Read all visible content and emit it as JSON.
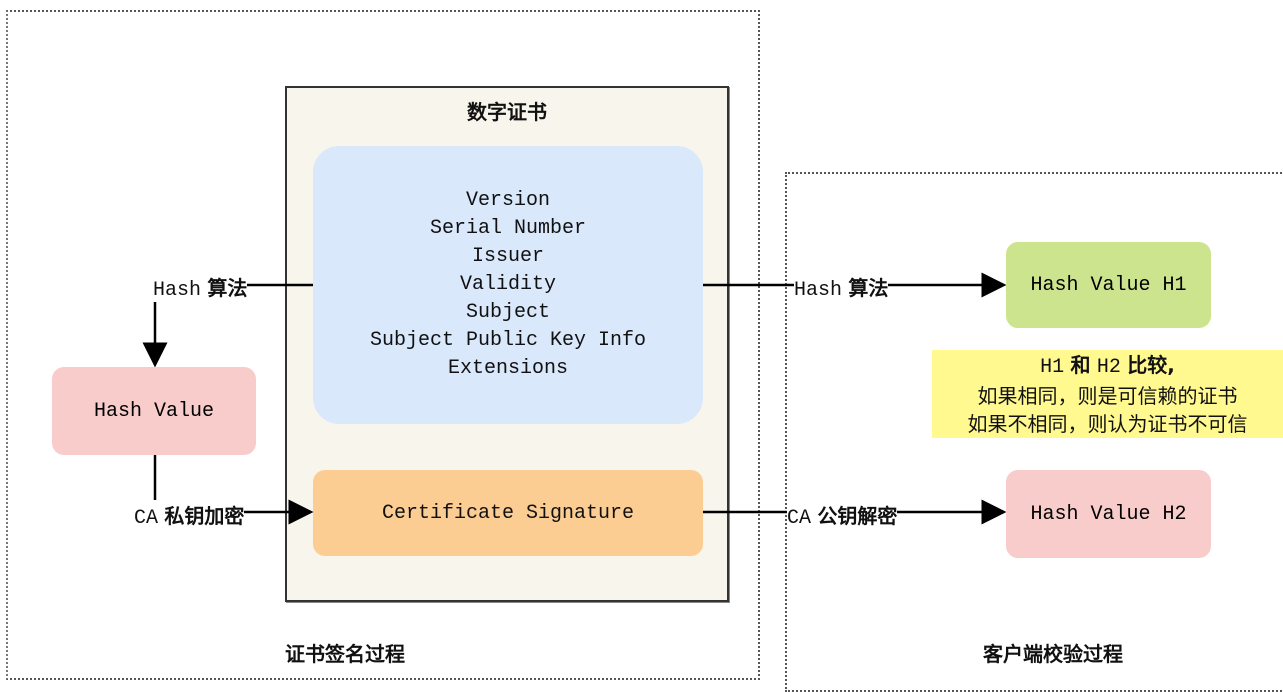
{
  "certificate": {
    "title": "数字证书",
    "fields": [
      "Version",
      "Serial Number",
      "Issuer",
      "Validity",
      "Subject",
      "Subject Public Key Info",
      "Extensions"
    ],
    "signature": "Certificate Signature"
  },
  "signing": {
    "hash_label_mono": "Hash",
    "hash_label_cn": "算法",
    "hash_value": "Hash Value",
    "encrypt_label_mono": "CA",
    "encrypt_label_cn": "私钥加密",
    "caption": "证书签名过程"
  },
  "verification": {
    "hash_label_mono": "Hash",
    "hash_label_cn": "算法",
    "h1": "Hash Value H1",
    "decrypt_label_mono": "CA",
    "decrypt_label_cn": "公钥解密",
    "h2": "Hash Value H2",
    "note_line1_a": "H1",
    "note_line1_b": "和",
    "note_line1_c": "H2",
    "note_line1_d": "比较,",
    "note_line2": "如果相同，则是可信赖的证书",
    "note_line3": "如果不相同，则认为证书不可信",
    "caption": "客户端校验过程"
  },
  "colors": {
    "fields_bg": "#dae8fc",
    "signature_bg": "#fbcd93",
    "hash_pink": "#f9cccc",
    "h1_green": "#cde48e",
    "note_yellow": "#fff98f",
    "panel_bg": "#f8f5ed"
  }
}
